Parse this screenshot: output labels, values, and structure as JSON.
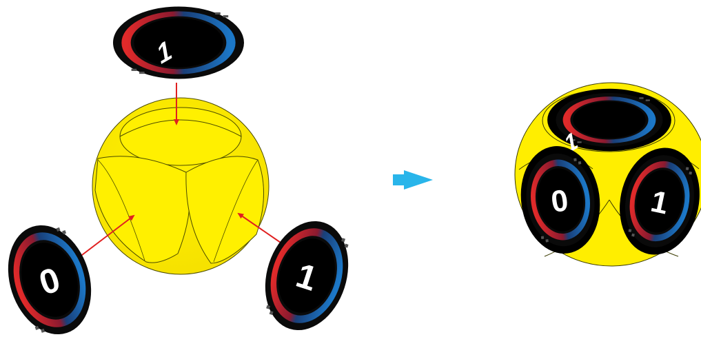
{
  "diagram": {
    "chips": {
      "top": {
        "digit": "1"
      },
      "left": {
        "digit": "0"
      },
      "right": {
        "digit": "1"
      }
    },
    "assembled": {
      "top_digit": "1",
      "left_digit": "0",
      "right_digit": "1"
    }
  },
  "colors": {
    "ball_fill": "#ffee00",
    "ball_stroke": "#3a3a00",
    "chip_body": "#0a0a0a",
    "ring_red": "#e02a2a",
    "ring_blue": "#1c78c8",
    "insert_arrow": "#e02020",
    "result_arrow": "#29b5ea",
    "digit": "#ffffff"
  },
  "icons": {
    "result_arrow": "right-arrow-icon"
  }
}
